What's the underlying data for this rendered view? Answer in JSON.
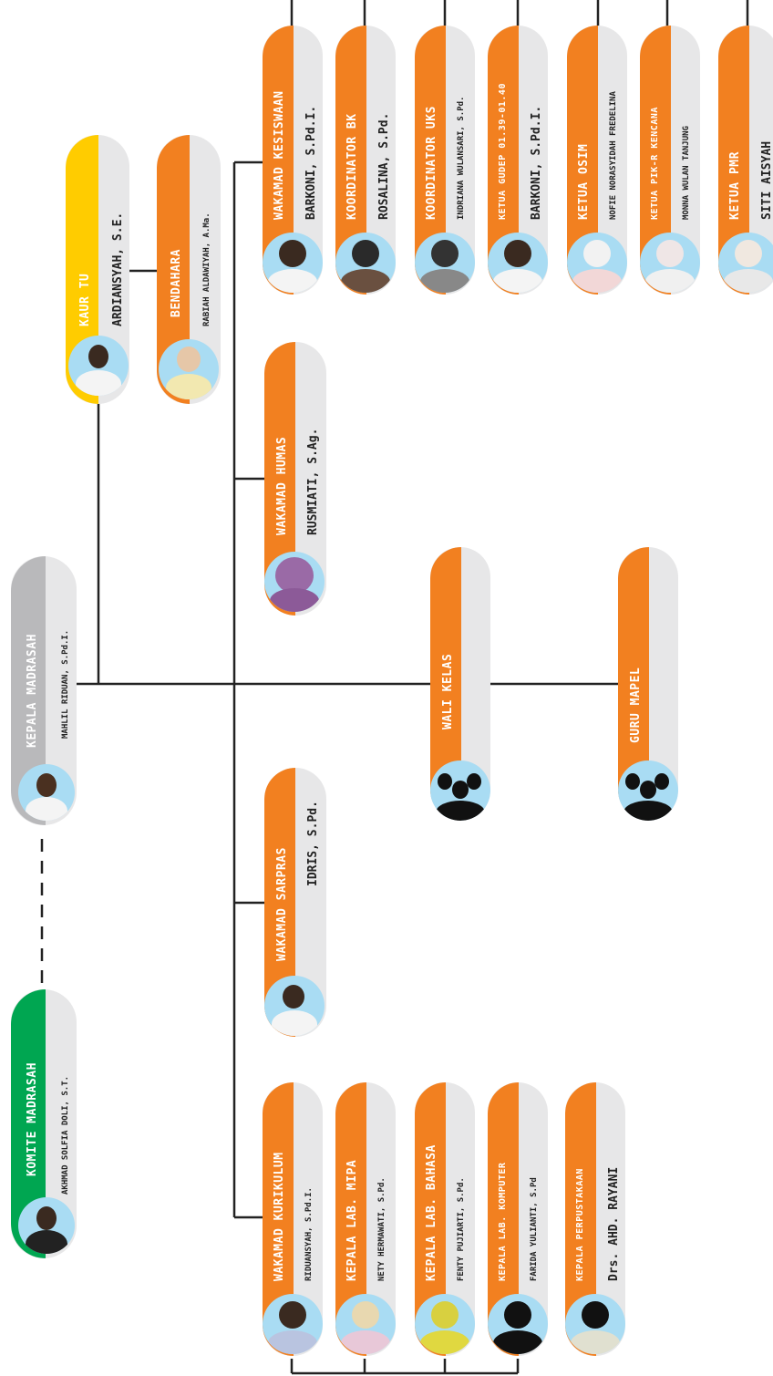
{
  "colors": {
    "orange": "#f28020",
    "gray": "#b9b9bb",
    "green": "#00a651",
    "yellow": "#ffcc00",
    "light": "#e7e7e8",
    "sky": "#a9dcf3",
    "line": "#222222"
  },
  "komite": {
    "title": "KOMITE MADRASAH",
    "name": "AKHMAD SOLFIA DOLI, S.T."
  },
  "kepala": {
    "title": "KEPALA MADRASAH",
    "name": "MAHLIL RIDUAN, S.Pd.I."
  },
  "kaur": {
    "title": "KAUR TU",
    "name": "ARDIANSYAH, S.E."
  },
  "bendahara": {
    "title": "BENDAHARA",
    "name": "RABIAH ALDAWIYAH, A.Ma."
  },
  "humas": {
    "title": "WAKAMAD HUMAS",
    "name": "RUSMIATI, S.Ag."
  },
  "sarpras": {
    "title": "WAKAMAD SARPRAS",
    "name": "IDRIS, S.Pd."
  },
  "wali": {
    "title": "WALI KELAS"
  },
  "guru": {
    "title": "GURU MAPEL"
  },
  "kesiswaan": [
    {
      "title": "WAKAMAD KESISWAAN",
      "name": "BARKONI, S.Pd.I."
    },
    {
      "title": "KOORDINATOR BK",
      "name": "ROSALINA, S.Pd."
    },
    {
      "title": "KOORDINATOR UKS",
      "name": "INDRIANA WULANSARI, S.Pd."
    },
    {
      "title": "KETUA GUDEP 01.39-01.40",
      "name": "BARKONI, S.Pd.I."
    },
    {
      "title": "KETUA OSIM",
      "name": "NOFIE NORASYIDAH FREDELINA"
    },
    {
      "title": "KETUA PIK-R KENCANA",
      "name": "MONNA WULAN TANJUNG"
    },
    {
      "title": "KETUA PMR",
      "name": "SITI AISYAH"
    }
  ],
  "kurikulum": [
    {
      "title": "WAKAMAD KURIKULUM",
      "name": "RIDUANSYAH, S.Pd.I."
    },
    {
      "title": "KEPALA LAB. MIPA",
      "name": "NETY HERMAWATI, S.Pd."
    },
    {
      "title": "KEPALA LAB. BAHASA",
      "name": "FENTY PUJIARTI, S.Pd."
    },
    {
      "title": "KEPALA LAB. KOMPUTER",
      "name": "FARIDA YULIANTI, S.Pd"
    },
    {
      "title": "KEPALA PERPUSTAKAAN",
      "name": "Drs. AHD. RAYANI"
    }
  ]
}
